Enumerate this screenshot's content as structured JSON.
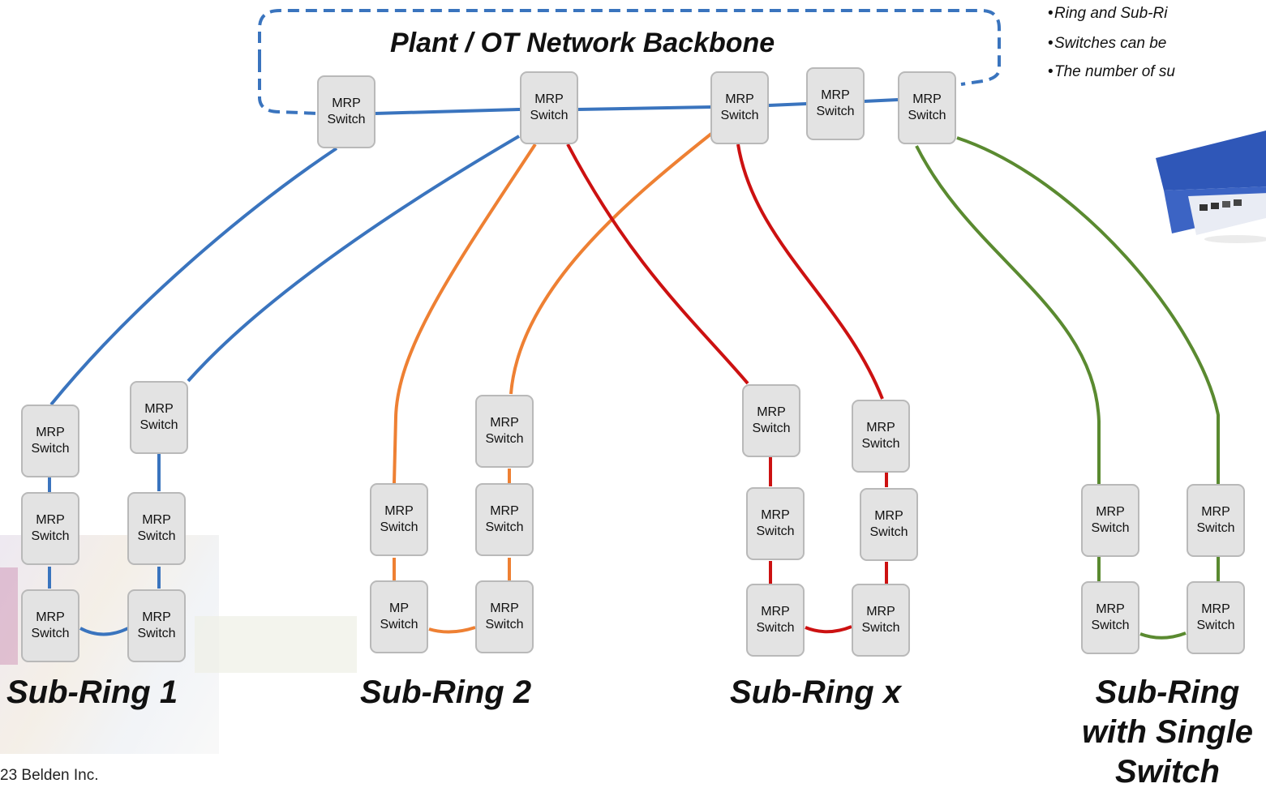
{
  "title": "Plant / OT Network Backbone",
  "bullets": [
    "Ring and Sub-Ri",
    "Switches can be",
    "The number of su"
  ],
  "node_label_top": "MRP",
  "node_label_bottom": "Switch",
  "alt_node_label_top": "MP",
  "ring_labels": {
    "sub1": "Sub-Ring 1",
    "sub2": "Sub-Ring 2",
    "subx": "Sub-Ring x",
    "single": "Sub-Ring with Single Switch"
  },
  "footer": "23 Belden Inc.",
  "colors": {
    "backbone": "#3a74be",
    "sub1": "#3a74be",
    "sub2": "#ee8033",
    "subx": "#cc1111",
    "single": "#5a8a30",
    "node_fill": "#e3e3e3",
    "node_border": "#b9b9b9"
  },
  "device_image": "industrial-switch-photo"
}
